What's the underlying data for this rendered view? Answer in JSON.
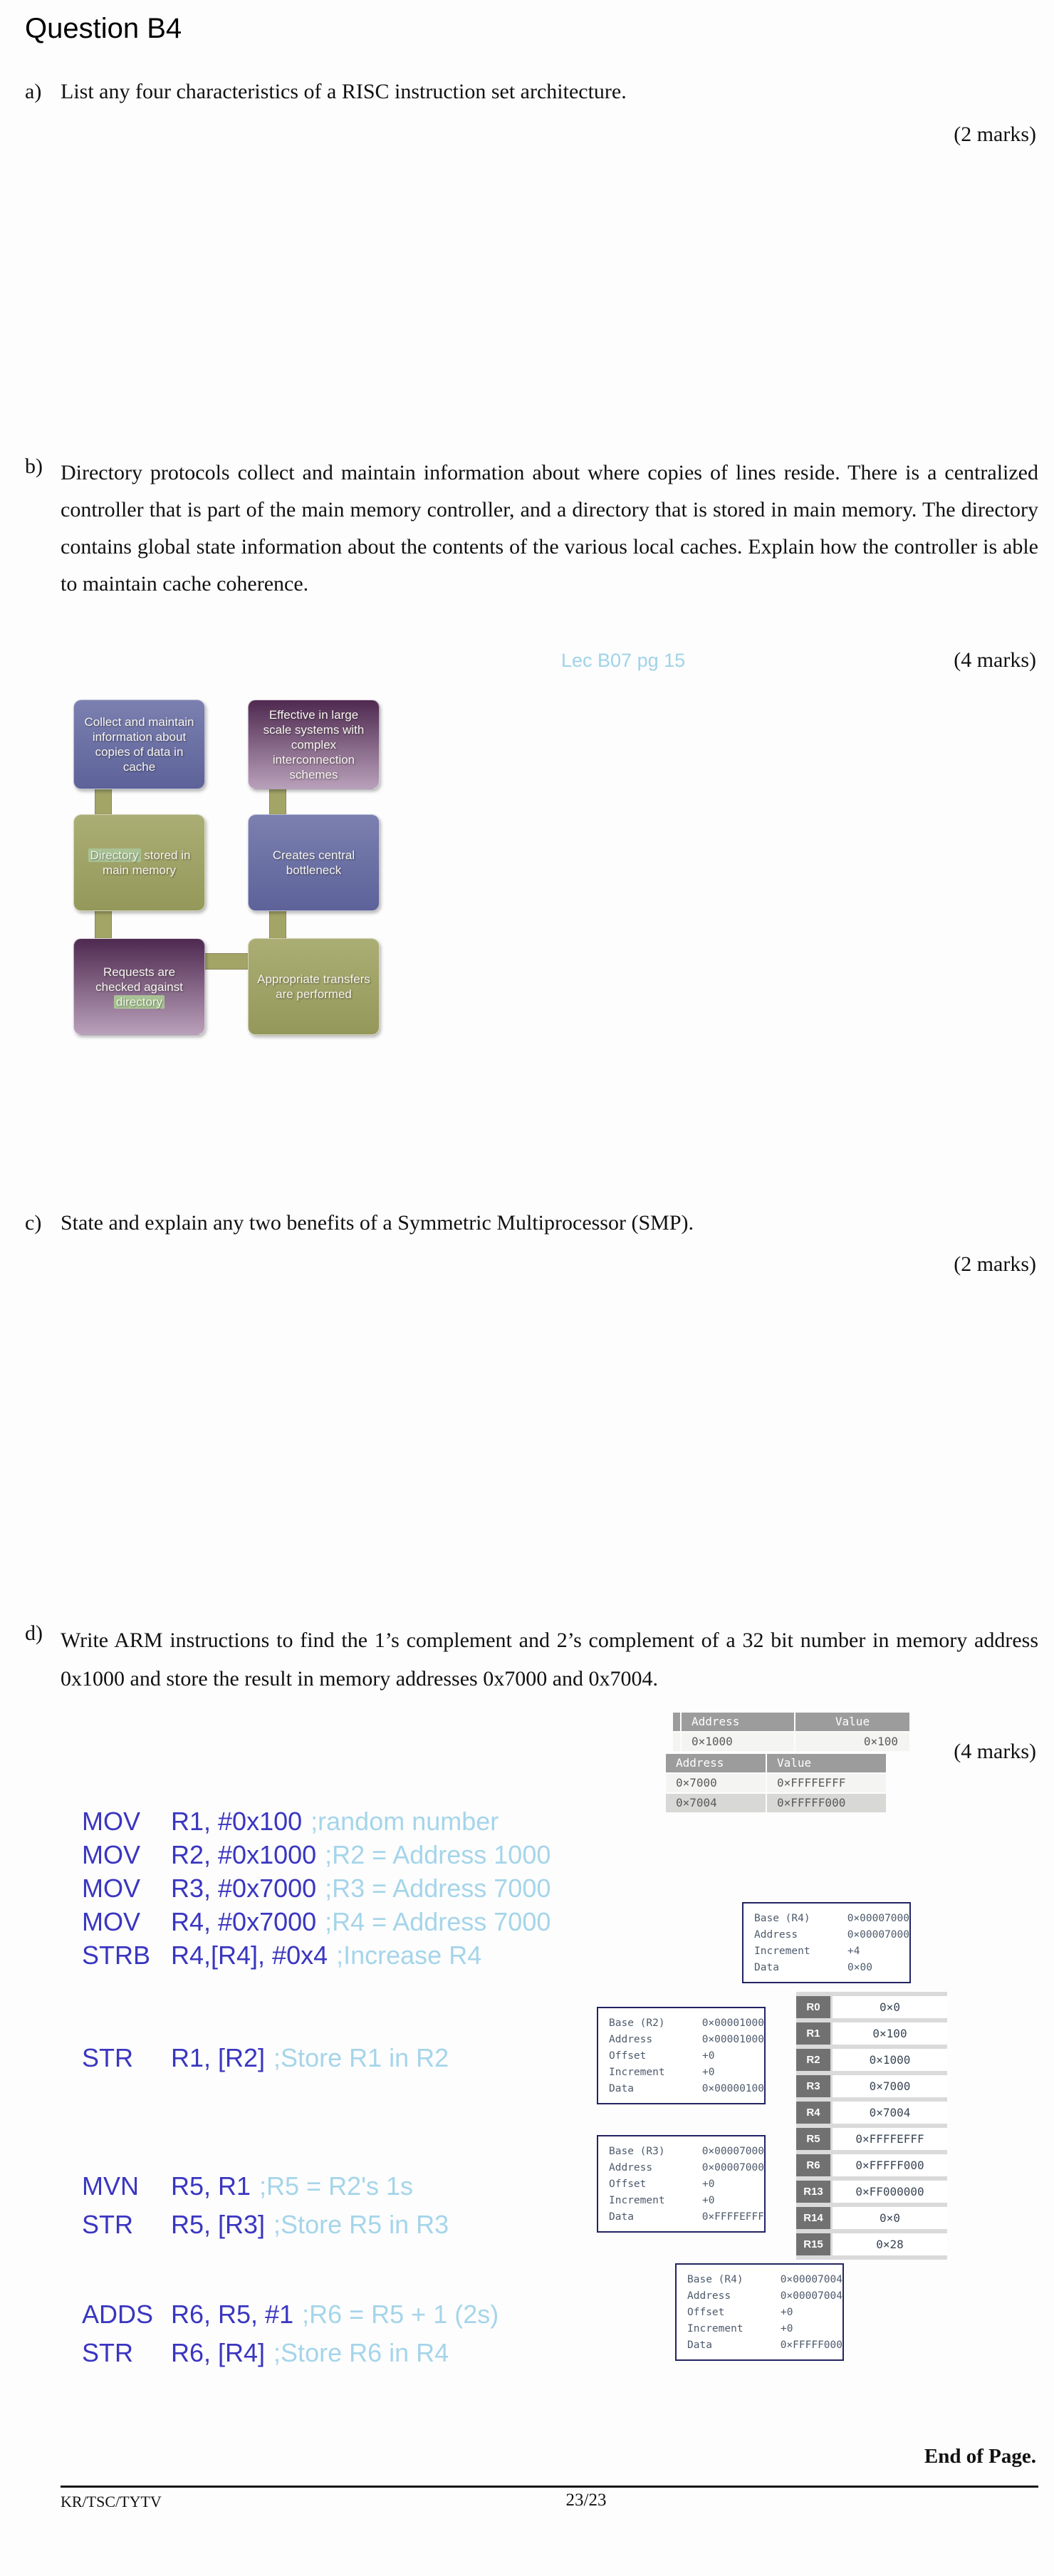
{
  "header": {
    "title": "Question B4"
  },
  "qa": {
    "label": "a)",
    "text": "List any four characteristics of a RISC instruction set architecture.",
    "marks": "(2 marks)"
  },
  "qb": {
    "label": "b)",
    "text": "Directory protocols collect and maintain information about where copies of lines reside.  There is a centralized controller that is part of the main memory controller, and a directory that is stored in main memory. The directory contains global state information about the contents of the various local caches. Explain how the controller is able to maintain cache coherence.",
    "annotation": "Lec B07 pg 15",
    "marks": "(4 marks)"
  },
  "qc": {
    "label": "c)",
    "text": "State and explain any two benefits of a Symmetric Multiprocessor (SMP).",
    "marks": "(2 marks)"
  },
  "qd": {
    "label": "d)",
    "text": "Write ARM instructions to find the 1’s complement and 2’s complement of a 32 bit number in memory address 0x1000 and store the result in memory addresses 0x7000 and 0x7004.",
    "marks": "(4 marks)"
  },
  "diagram": {
    "boxes": [
      {
        "pre": "Collect and maintain information about copies of data in cache",
        "highlight": "",
        "post": ""
      },
      {
        "pre": "Effective in large scale systems with complex interconnection schemes",
        "highlight": "",
        "post": ""
      },
      {
        "pre": "",
        "highlight": "Directory",
        "post": " stored in main memory"
      },
      {
        "pre": "Creates central bottleneck",
        "highlight": "",
        "post": ""
      },
      {
        "pre": "Requests are checked against ",
        "highlight": "directory",
        "post": ""
      },
      {
        "pre": "Appropriate transfers are performed",
        "highlight": "",
        "post": ""
      }
    ]
  },
  "mem_before": {
    "headers": [
      "Address",
      "Value"
    ],
    "rows": [
      [
        "0×1000",
        "0×100"
      ]
    ]
  },
  "mem_after": {
    "headers": [
      "Address",
      "Value"
    ],
    "rows": [
      [
        "0×7000",
        "0×FFFFEFFF"
      ],
      [
        "0×7004",
        "0×FFFFF000"
      ]
    ]
  },
  "code": {
    "lines": [
      {
        "m": "MOV",
        "o": "R1, #0x100",
        "c": ";random number"
      },
      {
        "m": "MOV",
        "o": "R2, #0x1000",
        "c": ";R2 = Address 1000"
      },
      {
        "m": "MOV",
        "o": "R3, #0x7000",
        "c": ";R3 = Address 7000"
      },
      {
        "m": "MOV",
        "o": "R4, #0x7000",
        "c": ";R4 = Address 7000"
      },
      {
        "m": "STRB",
        "o": "R4,[R4], #0x4",
        "c": ";Increase R4"
      },
      {
        "m": "STR",
        "o": "R1, [R2]",
        "c": ";Store R1 in R2"
      },
      {
        "m": "MVN",
        "o": "R5, R1",
        "c": ";R5 = R2's 1s"
      },
      {
        "m": "STR",
        "o": "R5, [R3]",
        "c": ";Store R5 in R3"
      },
      {
        "m": "ADDS",
        "o": "R6, R5, #1",
        "c": ";R6 = R5 + 1 (2s)"
      },
      {
        "m": "STR",
        "o": "R6, [R4]",
        "c": ";Store R6 in R4"
      }
    ]
  },
  "base_r4a": {
    "rows": [
      [
        "Base (R4)",
        "0×00007000"
      ],
      [
        "Address",
        "0×00007000"
      ],
      [
        "Increment",
        "+4"
      ],
      [
        "Data",
        "0×00"
      ]
    ]
  },
  "base_r2": {
    "rows": [
      [
        "Base (R2)",
        "0×00001000"
      ],
      [
        "Address",
        "0×00001000"
      ],
      [
        "Offset",
        "+0"
      ],
      [
        "Increment",
        "+0"
      ],
      [
        "Data",
        "0×00000100"
      ]
    ]
  },
  "base_r3": {
    "rows": [
      [
        "Base (R3)",
        "0×00007000"
      ],
      [
        "Address",
        "0×00007000"
      ],
      [
        "Offset",
        "+0"
      ],
      [
        "Increment",
        "+0"
      ],
      [
        "Data",
        "0×FFFFEFFF"
      ]
    ]
  },
  "base_r4b": {
    "rows": [
      [
        "Base (R4)",
        "0×00007004"
      ],
      [
        "Address",
        "0×00007004"
      ],
      [
        "Offset",
        "+0"
      ],
      [
        "Increment",
        "+0"
      ],
      [
        "Data",
        "0×FFFFF000"
      ]
    ]
  },
  "registers": {
    "rows": [
      [
        "R0",
        "0×0"
      ],
      [
        "R1",
        "0×100"
      ],
      [
        "R2",
        "0×1000"
      ],
      [
        "R3",
        "0×7000"
      ],
      [
        "R4",
        "0×7004"
      ],
      [
        "R5",
        "0×FFFFEFFF"
      ],
      [
        "R6",
        "0×FFFFF000"
      ],
      [
        "R13",
        "0×FF000000"
      ],
      [
        "R14",
        "0×0"
      ],
      [
        "R15",
        "0×28"
      ]
    ]
  },
  "footer": {
    "end": "End of Page.",
    "left": "KR/TSC/TYTV",
    "center": "23/23"
  }
}
